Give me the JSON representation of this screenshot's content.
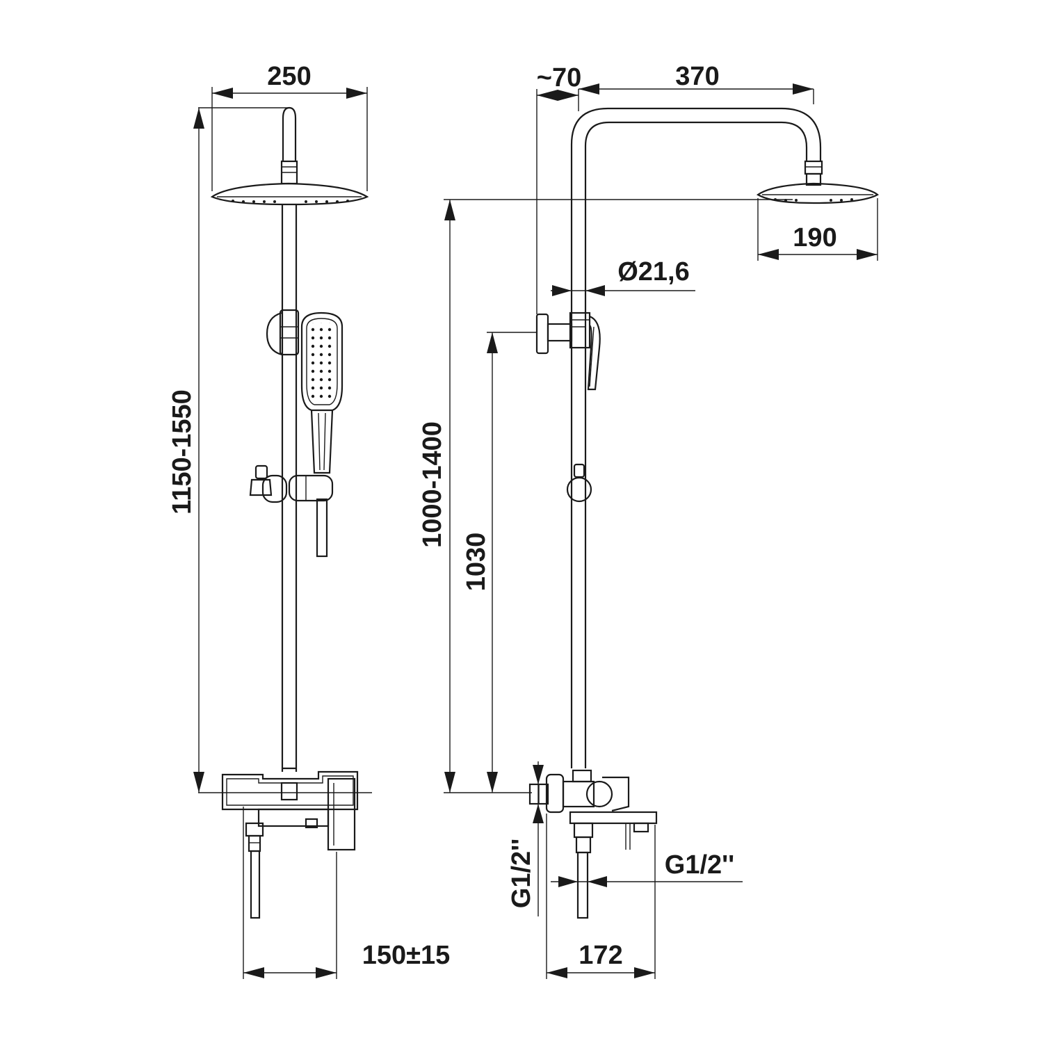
{
  "dimensions": {
    "front_head_width": "250",
    "front_height_range": "1150-1550",
    "front_inlet_spacing": "150±15",
    "side_offset": "~70",
    "side_arm_reach": "370",
    "side_head_width": "190",
    "side_pipe_diameter": "Ø21,6",
    "side_height_range": "1000-1400",
    "side_outlet_height": "1030",
    "side_inlet_thread": "G1/2''",
    "side_outlet_thread": "G1/2''",
    "side_depth": "172"
  },
  "colors": {
    "line": "#1a1a1a",
    "background": "#ffffff"
  }
}
